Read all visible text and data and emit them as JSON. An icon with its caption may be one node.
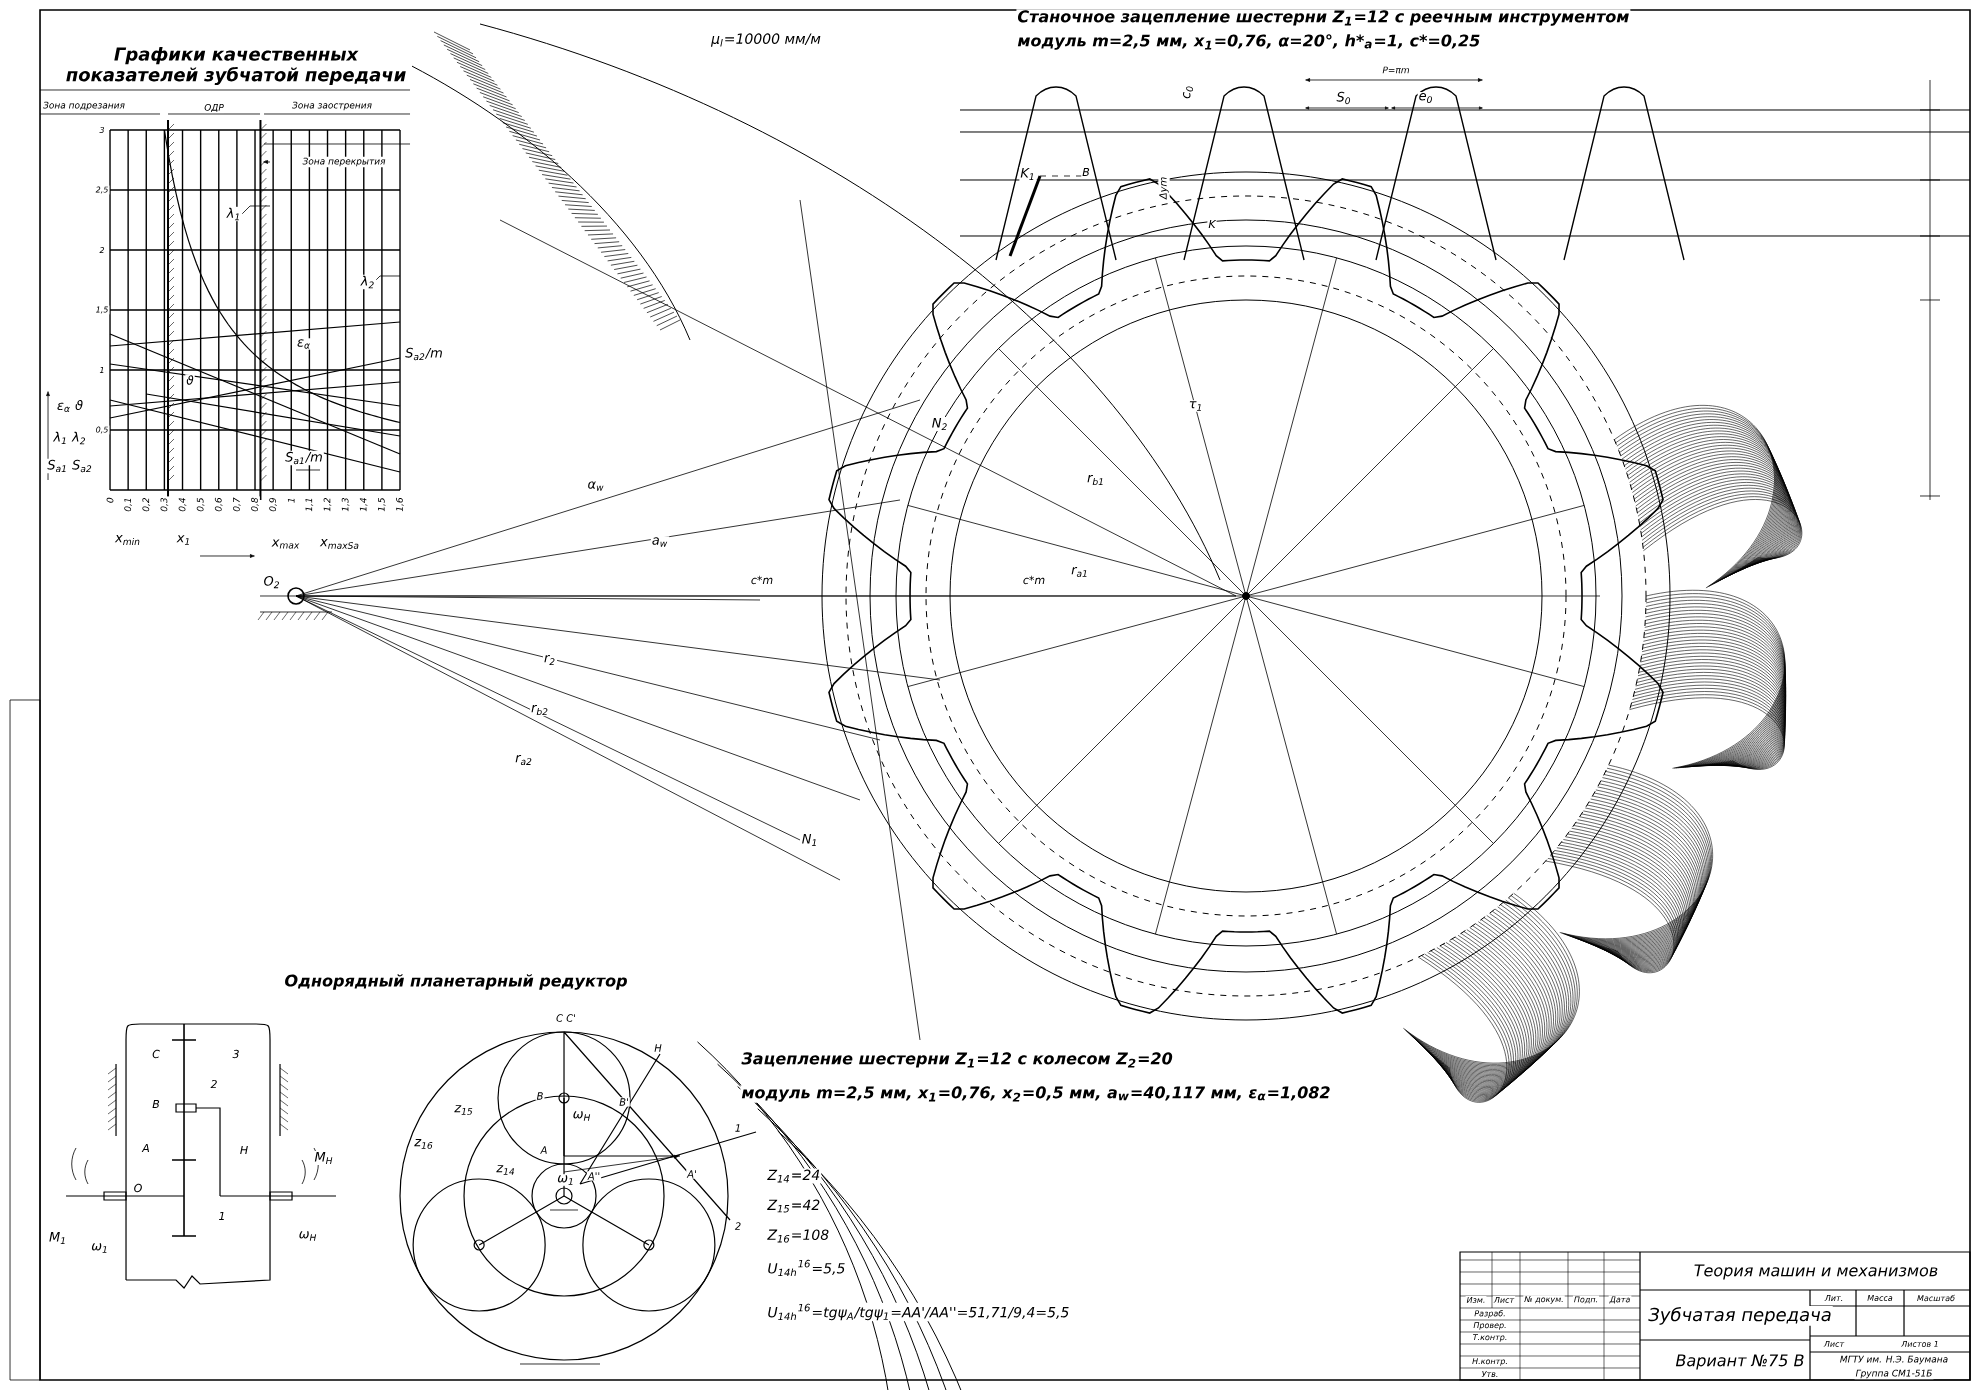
{
  "diagram": {
    "labels": [
      "Графики качественных показателей зубчатой передачи",
      "Зона подрезания",
      "ОДР",
      "Зона заострения",
      "Зона перекрытия",
      "3",
      "2,5",
      "2",
      "1,5",
      "1",
      "0,5",
      "0",
      "0,1",
      "0,2",
      "0,3",
      "0,4",
      "0,5",
      "0,6",
      "0,7",
      "0,8",
      "0,9",
      "1",
      "1,1",
      "1,2",
      "1,3",
      "1,4",
      "1,5",
      "1,6",
      "λ$_{1}$",
      "λ$_{2}$",
      "ε$_{α}$",
      "ϑ",
      "S$_{a2}$/m",
      "S$_{a1}$/m",
      "ε$_{α}$ ϑ",
      "λ$_{1}$ λ$_{2}$",
      "S$_{a1}$ S$_{a2}$",
      "x$_{min}$",
      "x$_{1}$",
      "x$_{max}$",
      "x$_{maxSa}$",
      "μ$_{l}$=10000 мм/м",
      "Станочное зацепление шестерни Z$_{1}$=12 с реечным инструментом",
      "модуль m=2,5 мм, x$_{1}$=0,76, α=20°, h*$_{a}$=1, c*=0,25",
      "P=πm",
      "S$_{0}$",
      "e$_{0}$",
      "c$_{0}$",
      "Δym",
      "O$_{2}$",
      "a$_{w}$",
      "α$_{w}$",
      "c*m",
      "c*m",
      "τ$_{1}$",
      "r$_{b1}$",
      "r$_{a1}$",
      "r$_{2}$",
      "r$_{b2}$",
      "r$_{a2}$",
      "N$_{1}$",
      "N$_{2}$",
      "K$_{1}$",
      "B",
      "K",
      "Однорядный планетарный редуктор",
      "C",
      "3",
      "2",
      "B",
      "A",
      "H",
      "O",
      "1",
      "M$_{1}$",
      "ω$_{1}$",
      "M$_{H}$",
      "ω$_{H}$",
      "C C'",
      "H",
      "B",
      "B'",
      "ω$_{H}$",
      "A",
      "A''",
      "A'",
      "1",
      "2",
      "ω$_{1}$",
      "z$_{15}$",
      "z$_{16}$",
      "z$_{14}$",
      "Z$_{14}$=24",
      "Z$_{15}$=42",
      "Z$_{16}$=108",
      "U$_{14h}$$^{16}$=5,5",
      "U$_{14h}$$^{16}$=tgψ$_{A}$/tgψ$_{1}$=AA'/AA''=51,71/9,4=5,5",
      "Зацепление шестерни Z$_{1}$=12 с колесом Z$_{2}$=20",
      "модуль m=2,5 мм, x$_{1}$=0,76, x$_{2}$=0,5 мм, a$_{w}$=40,117 мм, ε$_{α}$=1,082",
      "Теория машин и механизмов",
      "Зубчатая передача",
      "Вариант №75 В",
      "Лит.",
      "Масса",
      "Масштаб",
      "Лист",
      "Листов 1",
      "МГТУ им. Н.Э. Баумана",
      "Группа СМ1-51Б",
      "Изм.",
      "Лист",
      "№ докум.",
      "Подп.",
      "Дата",
      "Разраб.",
      "Провер.",
      "Т.контр.",
      "Н.контр.",
      "Утв."
    ]
  }
}
